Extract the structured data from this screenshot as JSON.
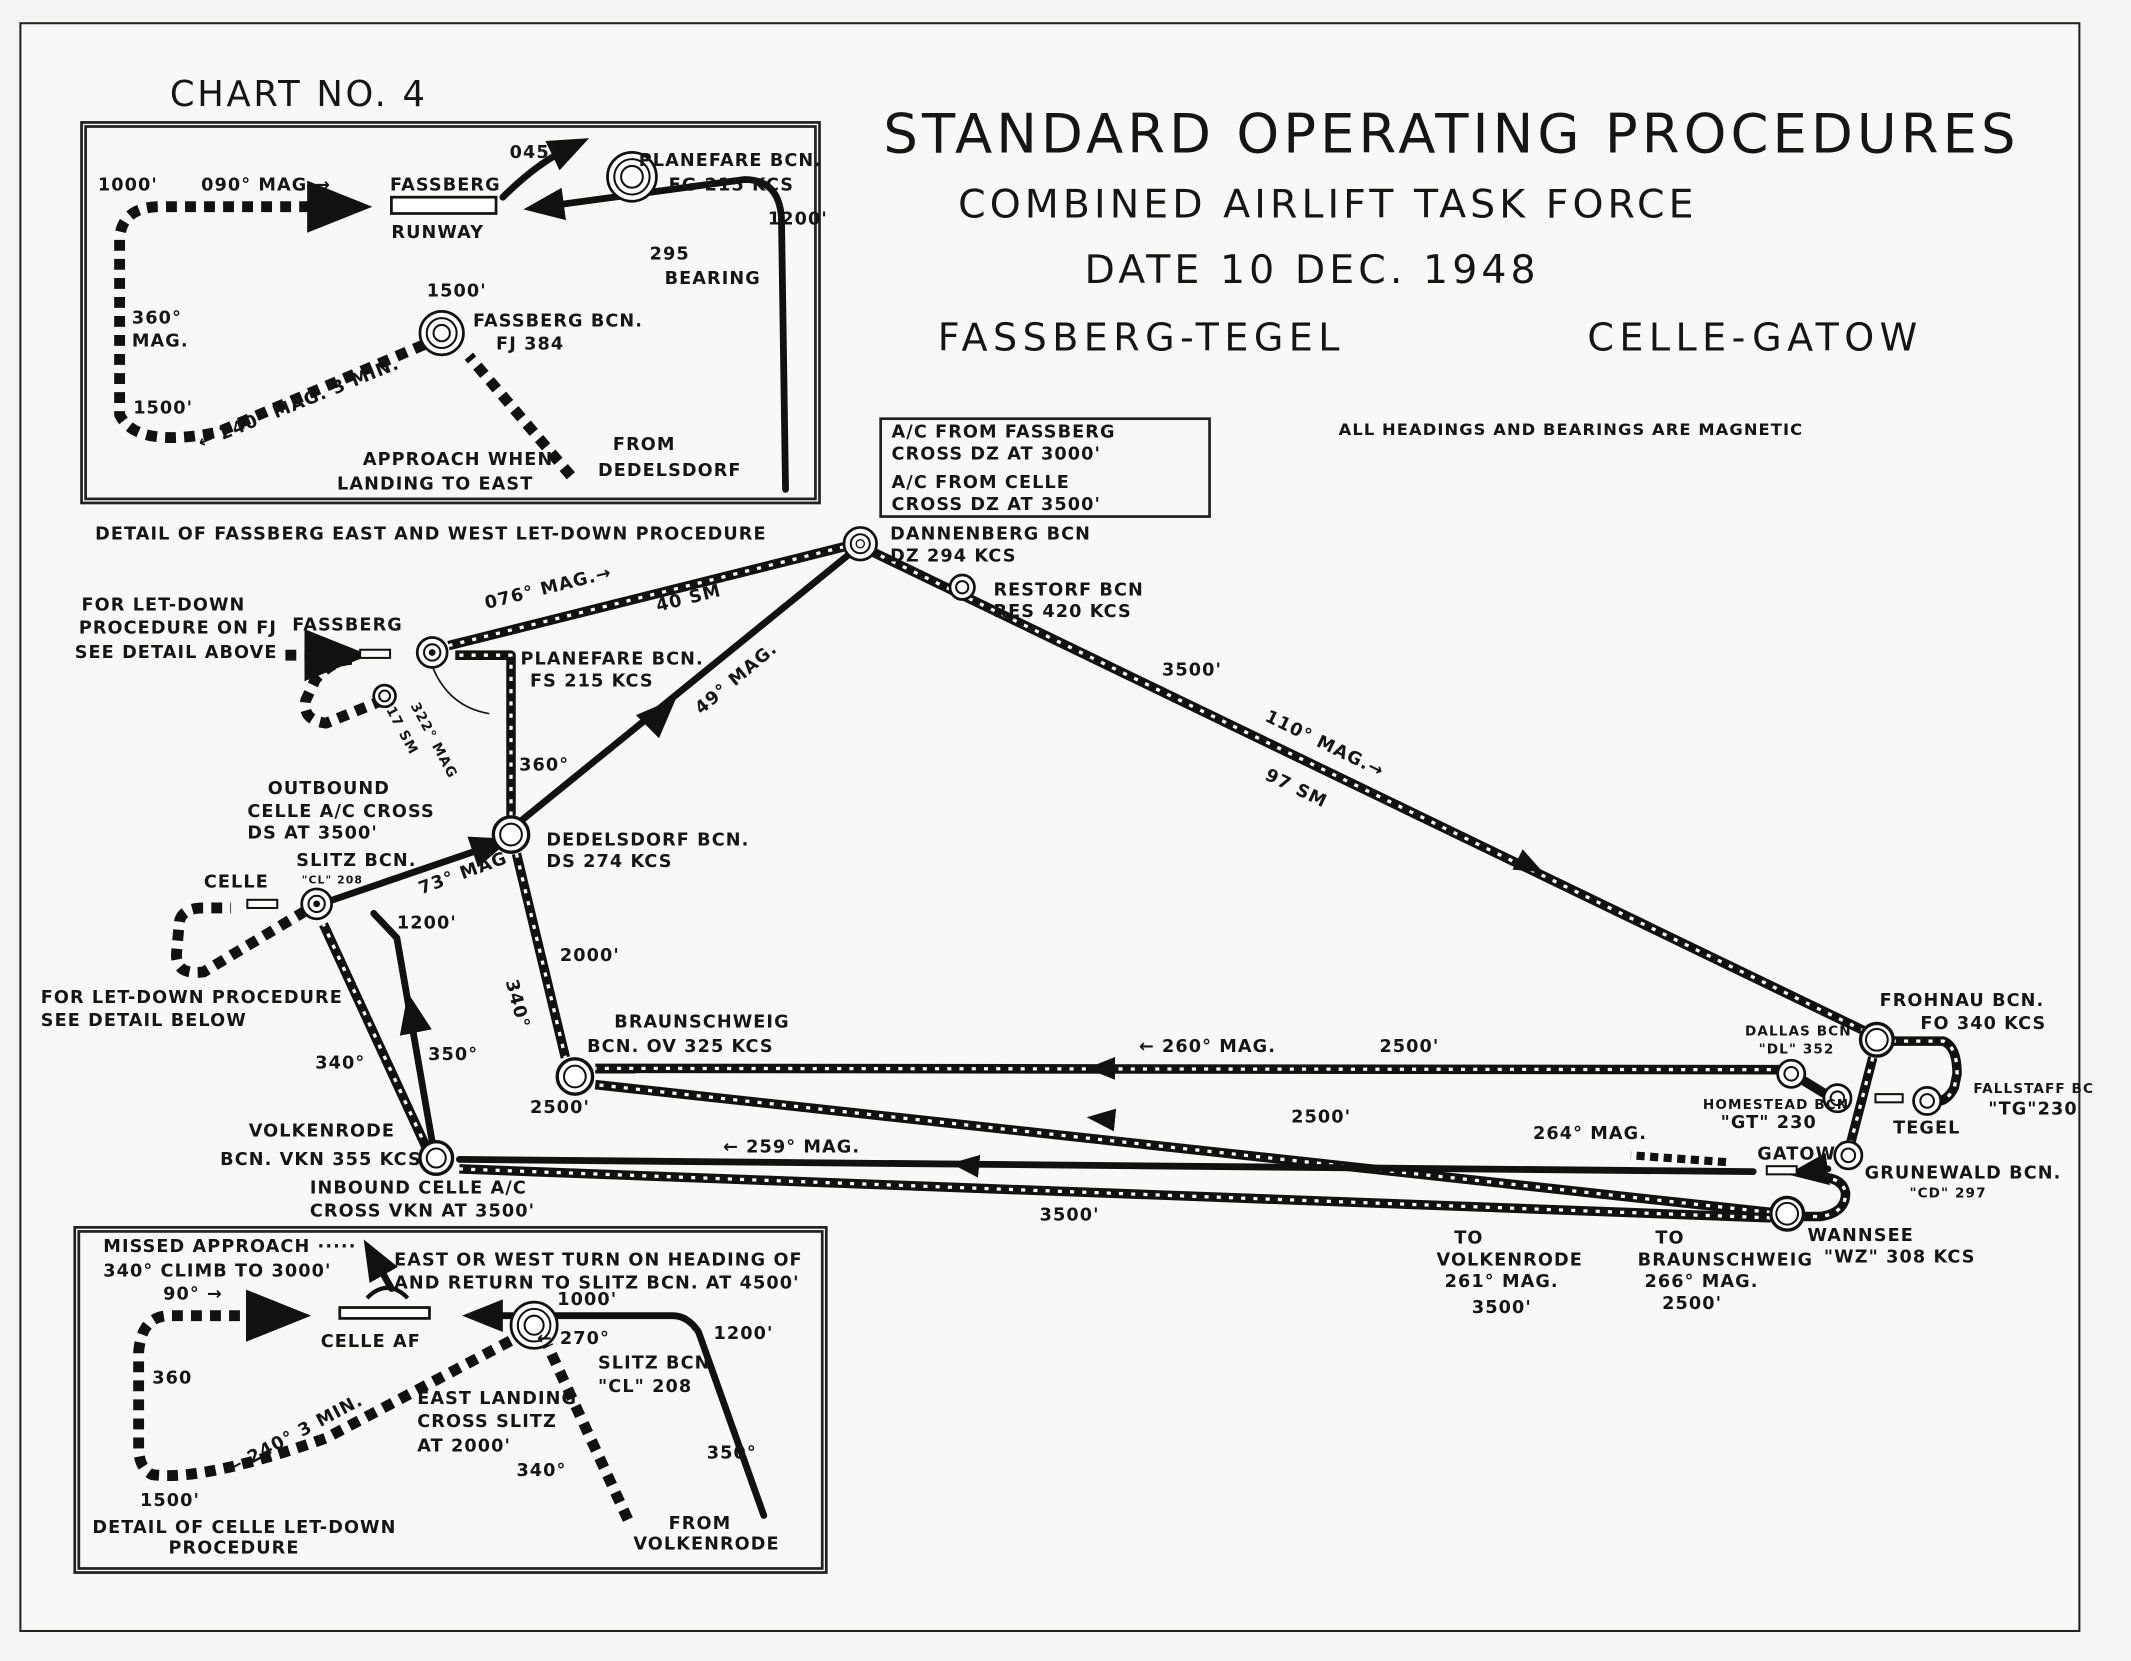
{
  "header": {
    "chart_no": "CHART NO. 4",
    "title": "STANDARD OPERATING PROCEDURES",
    "subtitle": "COMBINED AIRLIFT TASK FORCE",
    "date": "DATE 10 DEC. 1948",
    "route_left": "FASSBERG-TEGEL",
    "route_right": "CELLE-GATOW",
    "note_magnetic": "ALL HEADINGS AND BEARINGS ARE MAGNETIC"
  },
  "note_box": {
    "lines": [
      "A/C FROM FASSBERG",
      "CROSS DZ AT 3000'",
      "A/C FROM CELLE",
      "CROSS DZ AT 3500'"
    ]
  },
  "top_inset": {
    "alt_1000": "1000'",
    "hdg_090": "090° MAG.→",
    "fassberg": "FASSBERG",
    "runway": "RUNWAY",
    "hdg_045": "045°",
    "planefare": "PLANEFARE BCN.",
    "planefare_freq": "FG 215 KCS",
    "alt_1200": "1200'",
    "bearing_295": "295",
    "bearing": "BEARING",
    "alt_1500_top": "1500'",
    "fassberg_bcn": "FASSBERG BCN.",
    "fassberg_bcn_freq": "FJ 384",
    "hdg_360": "360°",
    "mag": "MAG.",
    "alt_1500_left": "1500'",
    "hdg_240": "← 240° MAG. 3 MIN.",
    "approach_1": "APPROACH WHEN",
    "approach_2": "LANDING TO EAST",
    "from": "FROM",
    "dedelsdorf": "DEDELSDORF",
    "caption": "DETAIL OF FASSBERG EAST AND WEST LET-DOWN PROCEDURE"
  },
  "main": {
    "dannenberg": "DANNENBERG BCN",
    "dannenberg_freq": "DZ 294 KCS",
    "restorf": "RESTORF BCN",
    "restorf_freq": "RES 420 KCS",
    "hdg_076": "076° MAG.→",
    "dist_40": "40 SM",
    "letdown_fj_1": "FOR LET-DOWN",
    "letdown_fj_2": "PROCEDURE ON FJ",
    "letdown_fj_3": "SEE DETAIL ABOVE",
    "fassberg": "FASSBERG",
    "planefare": "PLANEFARE BCN.",
    "planefare_freq": "FS 215 KCS",
    "dist_17": "17 SM",
    "hdg_322": "322° MAG",
    "hdg_360": "360°",
    "hdg_049": "49° MAG.",
    "alt_3500_top": "3500'",
    "hdg_110": "110° MAG.→",
    "dist_97": "97 SM",
    "outbound_1": "OUTBOUND",
    "outbound_2": "CELLE A/C CROSS",
    "outbound_3": "DS AT 3500'",
    "slitz": "SLITZ BCN.",
    "slitz_id": "\"CL\" 208",
    "celle": "CELLE",
    "hdg_073": "73° MAG",
    "dedelsdorf": "DEDELSDORF BCN.",
    "dedelsdorf_freq": "DS 274 KCS",
    "alt_1200": "1200'",
    "letdown_celle_1": "FOR LET-DOWN PROCEDURE",
    "letdown_celle_2": "SEE DETAIL BELOW",
    "alt_2000": "2000'",
    "hdg_340_vert": "340°",
    "braunschweig": "BRAUNSCHWEIG",
    "braunschweig_freq": "BCN. OV 325 KCS",
    "hdg_340": "340°",
    "hdg_350": "350°",
    "alt_2500_left": "2500'",
    "volkenrode": "VOLKENRODE",
    "volkenrode_freq": "BCN. VKN 355 KCS",
    "inbound_1": "INBOUND CELLE A/C",
    "inbound_2": "CROSS VKN AT 3500'",
    "hdg_260": "← 260° MAG.",
    "alt_2500_a": "2500'",
    "alt_2500_b": "2500'",
    "hdg_264": "264° MAG.",
    "hdg_259": "← 259° MAG.",
    "alt_3500_bottom": "3500'",
    "to_volk_1": "TO",
    "to_volk_2": "VOLKENRODE",
    "to_volk_3": "261° MAG.",
    "to_volk_4": "3500'",
    "to_brau_1": "TO",
    "to_brau_2": "BRAUNSCHWEIG",
    "to_brau_3": "266° MAG.",
    "to_brau_4": "2500'",
    "frohnau": "FROHNAU BCN.",
    "frohnau_freq": "FO 340 KCS",
    "dallas": "DALLAS BCN",
    "dallas_id": "\"DL\" 352",
    "homestead": "HOMESTEAD BCN",
    "homestead_id": "\"GT\" 230",
    "fallstaff": "FALLSTAFF BC",
    "fallstaff_id": "\"TG\"230",
    "tegel": "TEGEL",
    "gatow": "GATOW",
    "grunewald": "GRUNEWALD BCN.",
    "grunewald_id": "\"CD\" 297",
    "wannsee": "WANNSEE",
    "wannsee_id": "\"WZ\" 308 KCS"
  },
  "bottom_inset": {
    "missed_1": "MISSED APPROACH ·····",
    "missed_2": "340° CLIMB TO 3000'",
    "turn_1": "EAST OR WEST TURN ON HEADING OF",
    "turn_2": "AND RETURN TO SLITZ BCN. AT 4500'",
    "hdg_90": "90° →",
    "celle_af": "CELLE AF",
    "alt_1000": "1000'",
    "alt_1200": "1200'",
    "hdg_270": "← 270°",
    "slitz": "SLITZ BCN",
    "slitz_id": "\"CL\" 208",
    "hdg_360": "360",
    "east_1": "EAST LANDING",
    "east_2": "CROSS SLITZ",
    "east_3": "AT 2000'",
    "hdg_240": "← 240° 3 MIN.",
    "hdg_340": "340°",
    "hdg_350": "350°",
    "alt_1500": "1500'",
    "caption_1": "DETAIL OF CELLE LET-DOWN",
    "caption_2": "PROCEDURE",
    "from": "FROM",
    "volkenrode": "VOLKENRODE"
  }
}
